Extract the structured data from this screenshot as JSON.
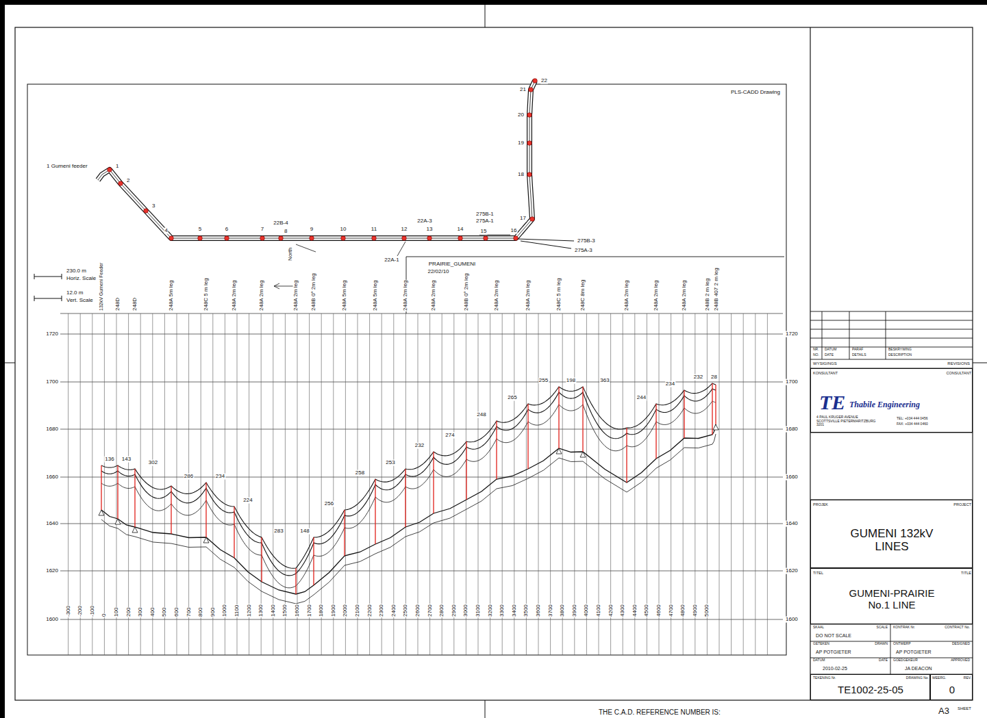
{
  "diagram": {
    "nodes": [
      {
        "text": [
          "KONSULTANT",
          "CONSULTANT",
          "TE",
          "Thabile Engineering",
          "4 PAUL KRUGER AVENUE SCOTTSVILLE PIETERMARITZBURG 3201",
          "TEL: +034 444 0456",
          "FAX: +034 444 0460"
        ]
      },
      {
        "text": [
          "PROJEK",
          "PROJECT",
          "GUMENI 132kV LINES"
        ]
      },
      {
        "text": [
          "TITEL",
          "TITLE",
          "GUMENI-PRAIRIE No.1 LINE"
        ]
      },
      {
        "text": [
          "TEKENING Nr.",
          "DRAWING No.",
          "TE1002-25-05"
        ]
      },
      {
        "text": [
          "WEERG.",
          "REV.",
          "0"
        ]
      }
    ],
    "labels": [
      "PLS-CADD Drawing",
      "1 Gumeni feeder",
      "1",
      "2",
      "3",
      "4",
      "5",
      "6",
      "7",
      "8",
      "9",
      "10",
      "11",
      "12",
      "13",
      "14",
      "15",
      "16",
      "17",
      "18",
      "19",
      "20",
      "21",
      "22",
      "22B-4",
      "22A-3",
      "22A-1",
      "275B-1",
      "275A-1",
      "275B-3",
      "275A-3",
      "North",
      "PRAIRIE_GUMENI",
      "22/02/10",
      "230.0 m",
      "Horiz. Scale",
      "12.0 m",
      "Vert. Scale",
      "132kV Gumeni Feeder",
      "248D",
      "248D",
      "248A 5m leg",
      "248C 5 m leg",
      "248A 2m leg",
      "248A 2m leg",
      "248A 2m leg",
      "248B 0° 2m leg",
      "248A 5m leg",
      "248A 5m leg",
      "248A 2m leg",
      "248A 2m leg",
      "248B 0° 2m leg",
      "248A 2m leg",
      "248A 2m leg",
      "248C 5 m leg",
      "248C 8m leg",
      "248A 2m leg",
      "248A 2m leg",
      "248A 2m leg",
      "248B 2 m leg",
      "248B 407 2 m leg",
      "136",
      "143",
      "302",
      "286",
      "234",
      "224",
      "283",
      "148",
      "256",
      "258",
      "253",
      "232",
      "274",
      "248",
      "265",
      "255",
      "198",
      "363",
      "244",
      "234",
      "232",
      "28",
      "1720",
      "1700",
      "1680",
      "1660",
      "1640",
      "1620",
      "1600",
      "1720",
      "1700",
      "1680",
      "1660",
      "1640",
      "1620",
      "1600",
      "-300",
      "-200",
      "-100",
      "0",
      "100",
      "200",
      "300",
      "400",
      "500",
      "600",
      "700",
      "800",
      "900",
      "1000",
      "1100",
      "1200",
      "1300",
      "1400",
      "1500",
      "1600",
      "1700",
      "1800",
      "1900",
      "2000",
      "2100",
      "2200",
      "2300",
      "2400",
      "2500",
      "2600",
      "2700",
      "2800",
      "2900",
      "3000",
      "3100",
      "3200",
      "3300",
      "3400",
      "3500",
      "3600",
      "3700",
      "3800",
      "3900",
      "4000",
      "4100",
      "4200",
      "4300",
      "4400",
      "4500",
      "4600",
      "4700",
      "4800",
      "4900",
      "5000",
      "NR.",
      "NO.",
      "DATUM",
      "DATE",
      "PARAF",
      "DETAILS",
      "BESKRYWING",
      "DESCRIPTION",
      "WYSIGINGS",
      "REVISIONS",
      "SKAAL",
      "SCALE",
      "DO NOT SCALE",
      "KONTRAK Nr.",
      "CONTRACT No.",
      "GETEKEN",
      "DRAWN",
      "AP POTGIETER",
      "ONTWERP",
      "DESIGNED",
      "AP POTGIETER",
      "DATUM",
      "DATE",
      "2010-02-25",
      "GOEDGEKEUR",
      "APPROVED",
      "JA DEACON",
      "A3",
      "SHEET",
      "THE C.A.D. REFERENCE NUMBER IS:"
    ]
  }
}
